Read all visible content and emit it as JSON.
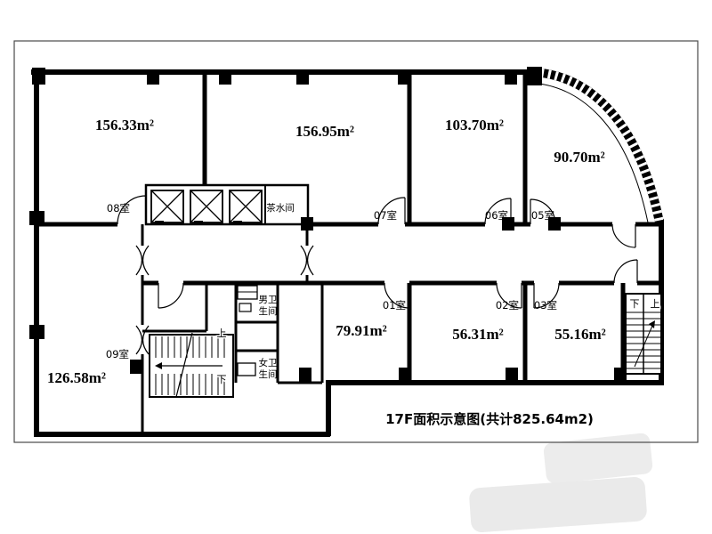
{
  "drawing": {
    "caption": "17F面积示意图(共计825.64m2)"
  },
  "rooms": [
    {
      "id": "A",
      "area": "156.33m²",
      "number": "08室"
    },
    {
      "id": "B",
      "area": "156.95m²",
      "number": "07室"
    },
    {
      "id": "C",
      "area": "103.70m²",
      "number": "06室"
    },
    {
      "id": "D",
      "area": "90.70m²",
      "number": "05室"
    },
    {
      "id": "E",
      "area": "79.91m²",
      "number": "01室"
    },
    {
      "id": "F",
      "area": "56.31m²",
      "number": "02室"
    },
    {
      "id": "G",
      "area": "55.16m²",
      "number": "03室"
    },
    {
      "id": "H",
      "area": "126.58m²",
      "number": "09室"
    }
  ],
  "facilities": {
    "tea_room": "茶水间",
    "mens_restroom": [
      "男卫",
      "生间"
    ],
    "womens_restroom": [
      "女卫",
      "生间"
    ]
  },
  "stairs": {
    "left": {
      "up": "上",
      "down": "下"
    },
    "right": {
      "down": "下",
      "up": "上"
    }
  }
}
